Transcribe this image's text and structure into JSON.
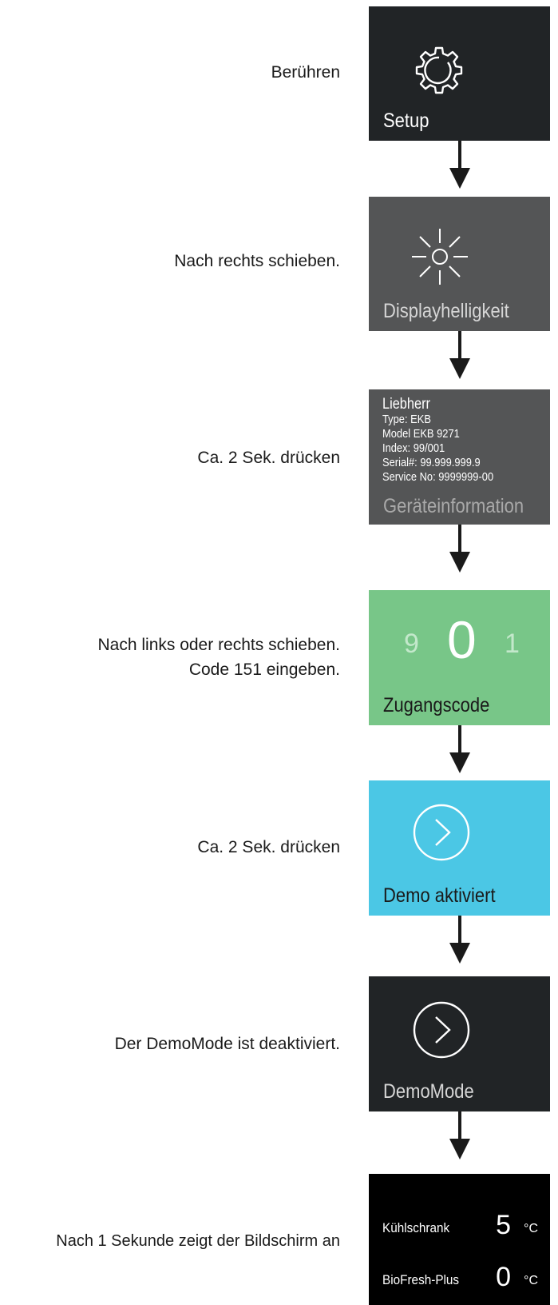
{
  "steps": [
    {
      "instruction": [
        "Berühren"
      ],
      "label": "Setup",
      "icon": "gear-icon",
      "tile_color": "#212426"
    },
    {
      "instruction": [
        "Nach rechts schieben."
      ],
      "label": "Displayhelligkeit",
      "icon": "sun-icon",
      "tile_color": "#545556"
    },
    {
      "instruction": [
        "Ca. 2 Sek. drücken"
      ],
      "label": "Geräteinformation",
      "tile_color": "#545556",
      "info": {
        "brand": "Liebherr",
        "type": "Type: EKB",
        "model": "Model EKB 9271",
        "index": "Index: 99/001",
        "serial": "Serial#: 99.999.999.9",
        "service": "Service No: 9999999-00"
      }
    },
    {
      "instruction": [
        "Nach links oder rechts schieben.",
        "Code 151 eingeben."
      ],
      "label": "Zugangscode",
      "tile_color": "#78c688",
      "code": {
        "prev": "9",
        "current": "0",
        "next": "1"
      }
    },
    {
      "instruction": [
        "Ca. 2 Sek. drücken"
      ],
      "label": "Demo aktiviert",
      "icon": "play-circle-icon",
      "tile_color": "#4bc7e5"
    },
    {
      "instruction": [
        "Der DemoMode ist deaktiviert."
      ],
      "label": "DemoMode",
      "icon": "play-circle-icon",
      "tile_color": "#212426"
    },
    {
      "instruction": [
        "Nach 1 Sekunde zeigt der Bildschirm an"
      ],
      "tile_color": "#000000",
      "home": [
        {
          "name": "Kühlschrank",
          "value": "5",
          "unit": "°C"
        },
        {
          "name": "BioFresh-Plus",
          "value": "0",
          "unit": "°C"
        }
      ]
    }
  ]
}
